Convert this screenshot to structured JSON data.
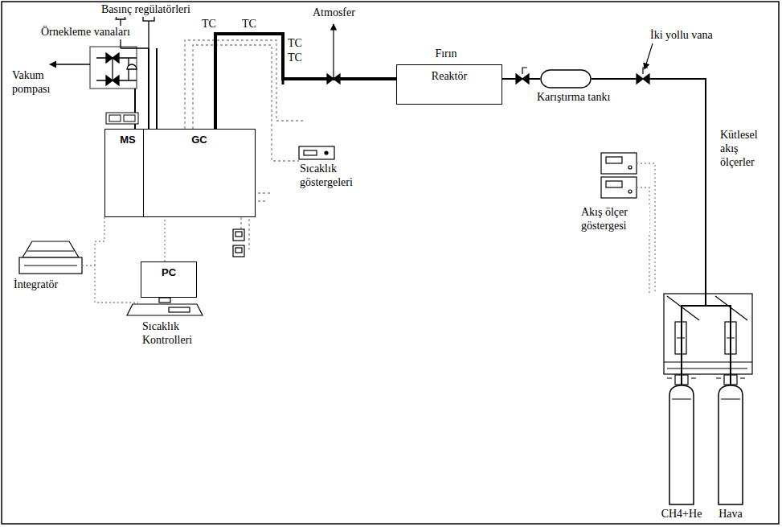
{
  "diagram": {
    "nodes": [
      {
        "text": [
          "MS"
        ]
      },
      {
        "text": [
          "GC"
        ]
      },
      {
        "text": [
          "PC"
        ]
      },
      {
        "text": [
          "Fırın",
          "Reaktör"
        ]
      },
      {
        "text": [
          "Karıştırma tankı"
        ]
      },
      {
        "text": [
          "CH4+He"
        ]
      },
      {
        "text": [
          "Hava"
        ]
      }
    ],
    "edges": [
      {
        "from": 4,
        "to": 3,
        "arrow": "none"
      },
      {
        "from": 3,
        "to": 1,
        "arrow": "none"
      },
      {
        "from": 5,
        "to": 4,
        "arrow": "none"
      },
      {
        "from": 6,
        "to": 4,
        "arrow": "none"
      },
      {
        "from": 2,
        "to": 1,
        "arrow": "none"
      }
    ],
    "labels": [
      "Basınç regülatörleri",
      "Örnekleme vanaları",
      "Vakum pompası",
      "TC",
      "TC",
      "TC",
      "TC",
      "Atmosfer",
      "İki yollu vana",
      "Sıcaklık göstergeleri",
      "Kütlesel akış ölçerler",
      "Akış ölçer göstergesi",
      "İntegratör",
      "Sıcaklık Kontrolleri"
    ]
  }
}
